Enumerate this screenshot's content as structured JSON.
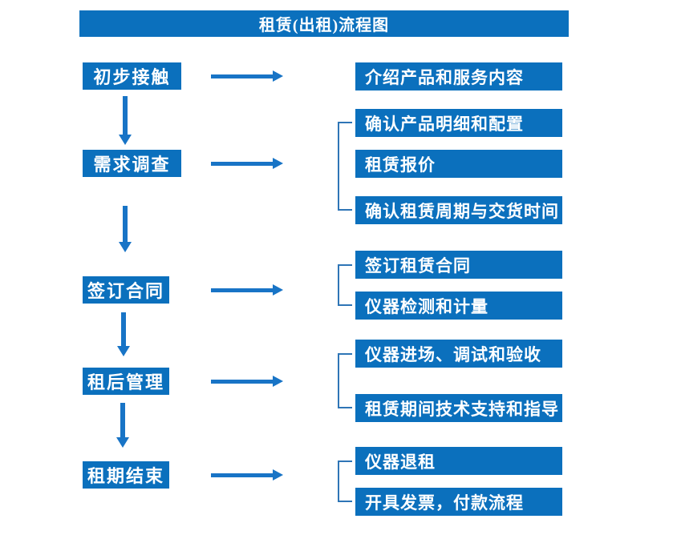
{
  "title": "租赁(出租)流程图",
  "colors": {
    "box_blue": "#0b70bd",
    "arrow_blue": "#1874c6",
    "bracket_blue": "#2e75b6",
    "text_white": "#ffffff"
  },
  "stages": [
    {
      "label": "初步接触"
    },
    {
      "label": "需求调查"
    },
    {
      "label": "签订合同"
    },
    {
      "label": "租后管理"
    },
    {
      "label": "租期结束"
    }
  ],
  "details": [
    {
      "label": "介绍产品和服务内容"
    },
    {
      "label": "确认产品明细和配置"
    },
    {
      "label": "租赁报价"
    },
    {
      "label": "确认租赁周期与交货时间"
    },
    {
      "label": "签订租赁合同"
    },
    {
      "label": "仪器检测和计量"
    },
    {
      "label": "仪器进场、调试和验收"
    },
    {
      "label": "租赁期间技术支持和指导"
    },
    {
      "label": "仪器退租"
    },
    {
      "label": "开具发票，付款流程"
    }
  ]
}
